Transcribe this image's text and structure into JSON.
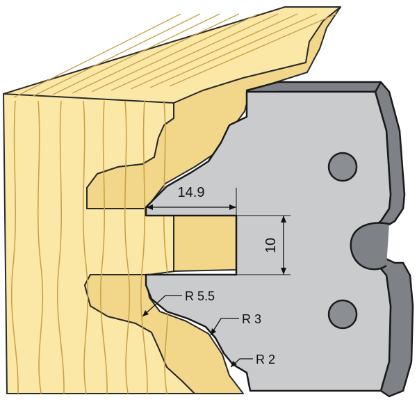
{
  "colors": {
    "wood_face": "#FBE8A6",
    "wood_grain": "#C9A24A",
    "wood_outline": "#2a2a2a",
    "blade_face": "#C9CBCD",
    "blade_edge": "#7E8185",
    "blade_outline": "#1a1a1a",
    "hole_fill": "#8B8E92"
  },
  "dimensions": {
    "width_label": "14.9",
    "height_label": "10"
  },
  "radii": {
    "r1": "R 5.5",
    "r2": "R 3",
    "r3": "R 2"
  }
}
